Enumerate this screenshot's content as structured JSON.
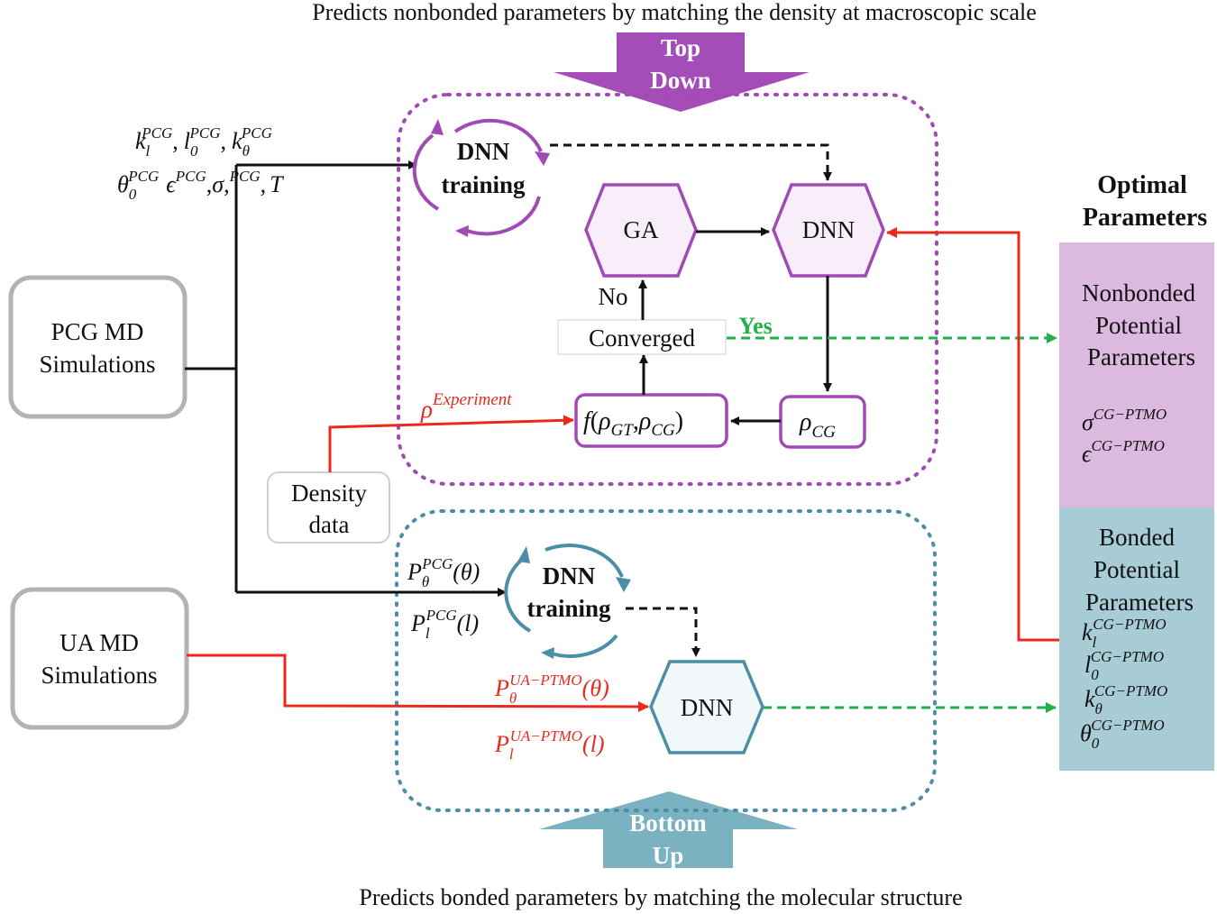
{
  "header": {
    "top_caption": "Predicts nonbonded parameters by matching the density at macroscopic scale",
    "bottom_caption": "Predicts bonded parameters by matching the molecular structure"
  },
  "arrows": {
    "top_down_line1": "Top",
    "top_down_line2": "Down",
    "bottom_up_line1": "Bottom",
    "bottom_up_line2": "Up"
  },
  "inputs": {
    "pcg_md_line1": "PCG MD",
    "pcg_md_line2": "Simulations",
    "ua_md_line1": "UA MD",
    "ua_md_line2": "Simulations",
    "density_line1": "Density",
    "density_line2": "data"
  },
  "pcg_params": {
    "k": "k",
    "k_sub": "l",
    "k_sup": "PCG",
    "l": "l",
    "l_sub": "0",
    "l_sup": "PCG",
    "kt": "k",
    "kt_sub": "θ",
    "kt_sup": "PCG",
    "theta": "θ",
    "theta_sub": "0",
    "theta_sup": "PCG",
    "eps": "ϵ",
    "eps_sup": "PCG",
    "sigma": "σ",
    "sigma_sup": "PCG",
    "temp": "T"
  },
  "top_down": {
    "training_line1": "DNN",
    "training_line2": "training",
    "ga": "GA",
    "dnn": "DNN",
    "no": "No",
    "yes": "Yes",
    "converged": "Converged",
    "rho_exp": "ρ",
    "rho_exp_sup": "Experiment",
    "objective_f": "f",
    "objective_rho1": "ρ",
    "objective_rho1_sub": "GT",
    "objective_rho2": "ρ",
    "objective_rho2_sub": "CG",
    "rho_cg": "ρ",
    "rho_cg_sub": "CG"
  },
  "bottom_up": {
    "training_line1": "DNN",
    "training_line2": "training",
    "dnn": "DNN",
    "p_theta_pcg": "P",
    "p_theta_pcg_sub": "θ",
    "p_theta_pcg_sup": "PCG",
    "p_theta_pcg_arg": "(θ)",
    "p_l_pcg": "P",
    "p_l_pcg_sub": "l",
    "p_l_pcg_sup": "PCG",
    "p_l_pcg_arg": "(l)",
    "p_theta_ua": "P",
    "p_theta_ua_sub": "θ",
    "p_theta_ua_sup": "UA−PTMO",
    "p_theta_ua_arg": "(θ)",
    "p_l_ua": "P",
    "p_l_ua_sub": "l",
    "p_l_ua_sup": "UA−PTMO",
    "p_l_ua_arg": "(l)"
  },
  "outputs": {
    "title_line1": "Optimal",
    "title_line2": "Parameters",
    "nonbonded_line1": "Nonbonded",
    "nonbonded_line2": "Potential",
    "nonbonded_line3": "Parameters",
    "sigma": "σ",
    "sigma_sup": "CG−PTMO",
    "eps": "ϵ",
    "eps_sup": "CG−PTMO",
    "bonded_line1": "Bonded",
    "bonded_line2": "Potential",
    "bonded_line3": "Parameters",
    "k": "k",
    "k_sub": "l",
    "k_sup": "CG−PTMO",
    "l": "l",
    "l_sub": "0",
    "l_sup": "CG−PTMO",
    "kt": "k",
    "kt_sub": "θ",
    "kt_sup": "CG−PTMO",
    "theta": "θ",
    "theta_sub": "0",
    "theta_sup": "CG−PTMO"
  },
  "colors": {
    "purple": "#a14ab5",
    "purple_fill": "#f7eef9",
    "teal": "#4a8fa6",
    "teal_fill": "#f2f8fa",
    "red": "#e8291c",
    "green": "#21b04b",
    "nonbonded_panel": "#dcb9de",
    "bonded_panel": "#a7ccd6",
    "top_arrow": "#a44db8",
    "bottom_arrow": "#7ab2c2"
  }
}
